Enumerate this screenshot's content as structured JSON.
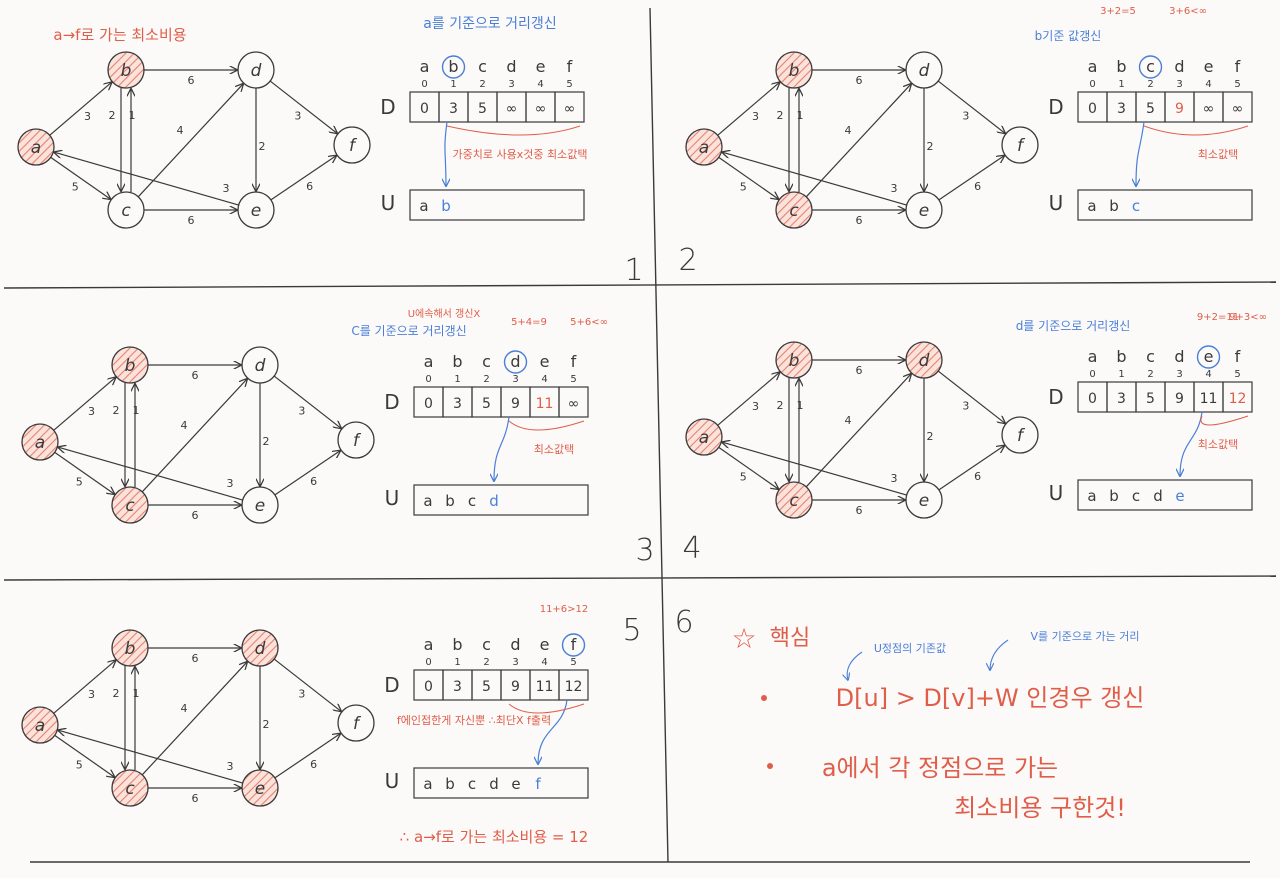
{
  "colors": {
    "ink": "#3a3a3a",
    "red": "#e05d4a",
    "blue": "#4a7fd8",
    "hatch": "#e6826f",
    "paper": "#fbfaf8"
  },
  "graph": {
    "nodes": [
      "a",
      "b",
      "c",
      "d",
      "e",
      "f"
    ],
    "edges": [
      {
        "from": "a",
        "to": "b",
        "w": "3"
      },
      {
        "from": "a",
        "to": "c",
        "w": "5"
      },
      {
        "from": "b",
        "to": "c",
        "w": "2"
      },
      {
        "from": "c",
        "to": "b",
        "w": "1"
      },
      {
        "from": "b",
        "to": "d",
        "w": "6"
      },
      {
        "from": "c",
        "to": "d",
        "w": "4"
      },
      {
        "from": "c",
        "to": "e",
        "w": "6"
      },
      {
        "from": "d",
        "to": "e",
        "w": "2"
      },
      {
        "from": "d",
        "to": "f",
        "w": "3"
      },
      {
        "from": "e",
        "to": "a",
        "w": "3"
      },
      {
        "from": "e",
        "to": "f",
        "w": "6"
      }
    ]
  },
  "array": {
    "labels": [
      "a",
      "b",
      "c",
      "d",
      "e",
      "f"
    ],
    "indices": [
      "0",
      "1",
      "2",
      "3",
      "4",
      "5"
    ],
    "d_label": "D",
    "u_label": "U"
  },
  "panels": [
    {
      "step": "1",
      "title": "a→f로 가는 최소비용",
      "annotation": "a를 기준으로 거리갱신",
      "visited": [
        "a",
        "b"
      ],
      "highlight_col": 1,
      "d_values": [
        "0",
        "3",
        "5",
        "∞",
        "∞",
        "∞"
      ],
      "d_red_cols": [],
      "u_values": [
        "a",
        "b"
      ],
      "u_blue_last": true,
      "below_note": "가중치로 사용x것중 최소값택",
      "top_notes": []
    },
    {
      "step": "2",
      "annotation": "b기준 값갱신",
      "visited": [
        "a",
        "b",
        "c"
      ],
      "highlight_col": 2,
      "d_values": [
        "0",
        "3",
        "5",
        "9",
        "∞",
        "∞"
      ],
      "d_red_cols": [
        3
      ],
      "u_values": [
        "a",
        "b",
        "c"
      ],
      "u_blue_last": true,
      "below_note": "최소값택",
      "top_notes": [
        "3+2=5",
        "3+6<∞"
      ]
    },
    {
      "step": "3",
      "annotation": "C를 기준으로 거리갱신",
      "visited": [
        "a",
        "b",
        "c"
      ],
      "highlight_col": 3,
      "d_values": [
        "0",
        "3",
        "5",
        "9",
        "11",
        "∞"
      ],
      "d_red_cols": [
        4
      ],
      "u_values": [
        "a",
        "b",
        "c",
        "d"
      ],
      "u_blue_last": true,
      "below_note": "최소값택",
      "top_notes": [
        "U에속해서 갱신X",
        "5+4=9",
        "5+6<∞"
      ]
    },
    {
      "step": "4",
      "annotation": "d를 기준으로 거리갱신",
      "visited": [
        "a",
        "b",
        "c",
        "d"
      ],
      "highlight_col": 4,
      "d_values": [
        "0",
        "3",
        "5",
        "9",
        "11",
        "12"
      ],
      "d_red_cols": [
        5
      ],
      "u_values": [
        "a",
        "b",
        "c",
        "d",
        "e"
      ],
      "u_blue_last": true,
      "below_note": "최소값택",
      "top_notes": [
        "9+2=11",
        "9+3<∞"
      ]
    },
    {
      "step": "5",
      "annotation": "",
      "visited": [
        "a",
        "b",
        "c",
        "d",
        "e"
      ],
      "highlight_col": 5,
      "d_values": [
        "0",
        "3",
        "5",
        "9",
        "11",
        "12"
      ],
      "d_red_cols": [],
      "u_values": [
        "a",
        "b",
        "c",
        "d",
        "e",
        "f"
      ],
      "u_blue_last": true,
      "below_note": "f에인접한게 자신뿐 ∴최단X f출력",
      "top_notes": [
        "11+6>12"
      ],
      "conclusion": "∴ a→f로 가는 최소비용 = 12"
    }
  ],
  "summary": {
    "step": "6",
    "title": "핵심",
    "note_u": "U정점의 기존값",
    "note_v": "V를 기준으로 가는 거리",
    "bullet1": "D[u] > D[v]+W 인경우 갱신",
    "bullet2_line1": "a에서 각 정점으로 가는",
    "bullet2_line2": "최소비용 구한것!"
  }
}
